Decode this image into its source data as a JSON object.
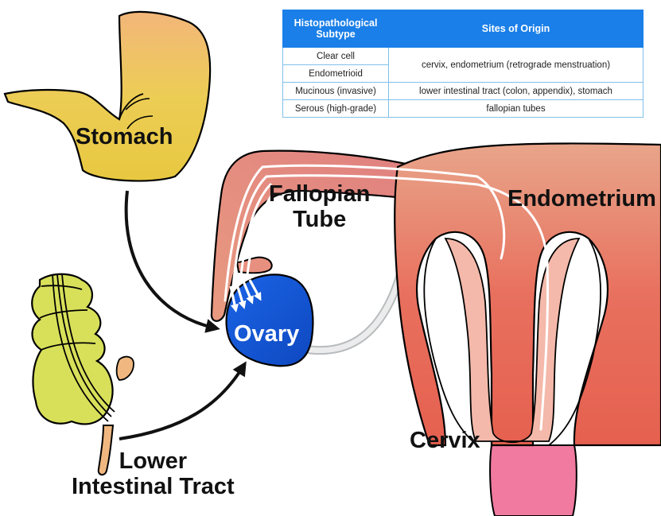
{
  "table": {
    "headers": [
      "Histopathological Subtype",
      "Sites of Origin"
    ],
    "rows": [
      {
        "subtype": "Clear cell",
        "site": "cervix, endometrium (retrograde menstruation)"
      },
      {
        "subtype": "Endometrioid",
        "site": ""
      },
      {
        "subtype": "Mucinous (invasive)",
        "site": "lower intestinal tract (colon, appendix), stomach"
      },
      {
        "subtype": "Serous (high-grade)",
        "site": "fallopian tubes"
      }
    ]
  },
  "labels": {
    "stomach": "Stomach",
    "fallopian_tube": "Fallopian\nTube",
    "endometrium": "Endometrium",
    "ovary": "Ovary",
    "cervix": "Cervix",
    "lower_intestinal_tract": "Lower\nIntestinal Tract"
  },
  "colors": {
    "stomach": "#ecc84a",
    "intestine": "#d8e05a",
    "ovary": "#1558d8",
    "uterus": "#e8705e",
    "cervix": "#f07aa0",
    "table_header": "#1a7fe8"
  }
}
